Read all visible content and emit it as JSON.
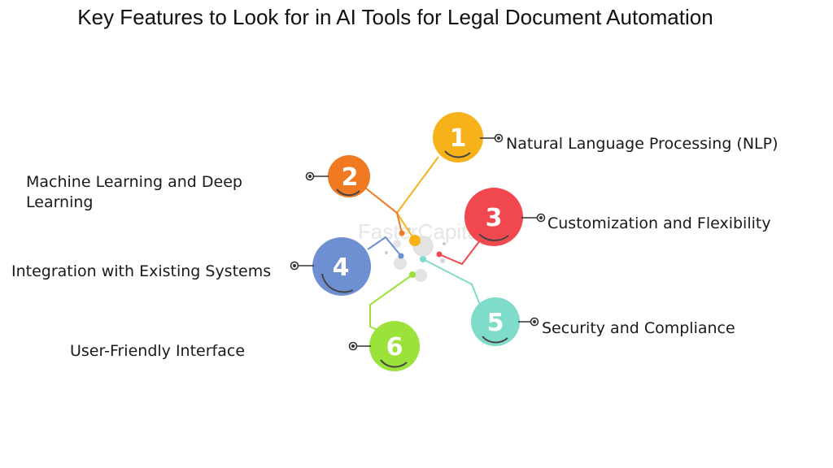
{
  "title": "Key Features to Look for in AI Tools for Legal Document Automation",
  "watermark": "FasterCapital",
  "features": [
    {
      "number": "1",
      "label": "Natural Language Processing (NLP)",
      "color": "#F7B21A"
    },
    {
      "number": "2",
      "label": "Machine Learning and Deep Learning",
      "color": "#F07A22"
    },
    {
      "number": "3",
      "label": "Customization and Flexibility",
      "color": "#F0484E"
    },
    {
      "number": "4",
      "label": "Integration with Existing Systems",
      "color": "#6E8FD2"
    },
    {
      "number": "5",
      "label": "Security and Compliance",
      "color": "#7FDCCB"
    },
    {
      "number": "6",
      "label": "User-Friendly Interface",
      "color": "#9BE23A"
    }
  ]
}
